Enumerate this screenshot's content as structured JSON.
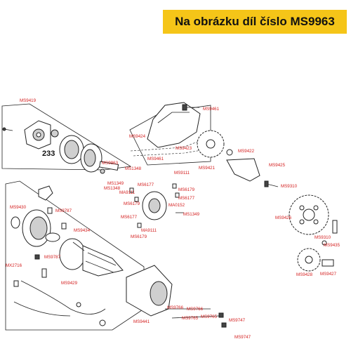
{
  "banner": {
    "text": "Na obrázku díl číslo MS9963",
    "color": "#f5c518"
  },
  "label_color": "#d42020",
  "diagram_number": "233",
  "labels": {
    "ms9419": "MS9419",
    "ms9461": "MS9461",
    "ms9424": "MS9424",
    "ms9423": "MS9423",
    "ms9461b": "MS9461",
    "ms9421": "MS9421",
    "ms9422": "MS9422",
    "ms9425": "MS9425",
    "ms9963": "MS9963",
    "ms1348a": "MS1348",
    "ms9111a": "MS9111",
    "ms1349a": "MS1349",
    "ms6177a": "MS6177",
    "ms1348b": "MS1348",
    "ms6179a": "MS6179",
    "ms9310a": "MS9310",
    "ma9111a": "MA9111",
    "ms6179b": "MS6179",
    "ms6177b": "MS6177",
    "ma0152": "MA0152",
    "ms1349b": "MS1349",
    "ms9430": "MS9430",
    "ms9787a": "MS9787",
    "ms6177c": "MS6177",
    "ma9111b": "MA9111",
    "ms6179c": "MS6179",
    "ms9426": "MS9426",
    "ms9434": "MS9434",
    "ms9310b": "MS9310",
    "ms9435": "MS9435",
    "ms9787b": "MS9787",
    "mx2716": "MX2716",
    "ms9428": "MS9428",
    "ms9427": "MS9427",
    "ms9429": "MS9429",
    "ms9766a": "MS9766",
    "ms9766b": "MS9766",
    "ms9765a": "MS9765",
    "ms9765b": "MS9765",
    "ms9441": "MS9441",
    "ms9747a": "MS9747",
    "ms9747b": "MS9747"
  }
}
